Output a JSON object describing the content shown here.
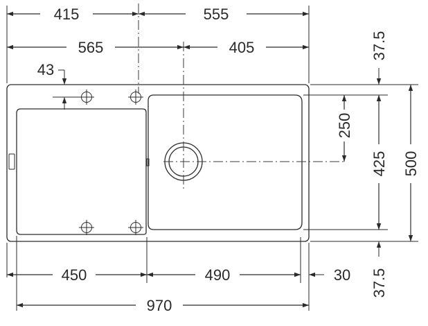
{
  "dimensions": {
    "top_left": "415",
    "top_right": "555",
    "second_left": "565",
    "second_right": "405",
    "tap_offset": "43",
    "right_top_margin": "37.5",
    "bowl_center": "250",
    "bowl_depth": "425",
    "overall_depth": "500",
    "right_bottom_margin": "37.5",
    "drainer_width": "450",
    "bowl_width": "490",
    "right_edge": "30",
    "overall_width": "970"
  },
  "colors": {
    "ink": "#2a2a2a",
    "background": "#ffffff"
  }
}
